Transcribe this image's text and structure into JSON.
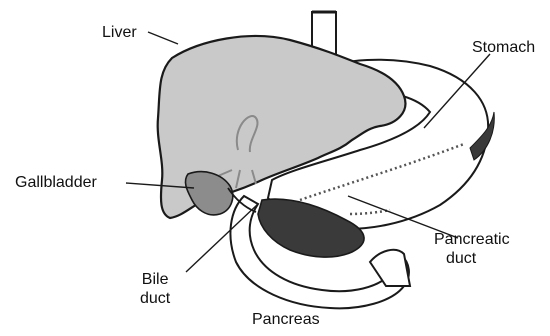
{
  "diagram": {
    "labels": {
      "liver": "Liver",
      "stomach": "Stomach",
      "gallbladder": "Gallbladder",
      "pancreatic_duct_line1": "Pancreatic",
      "pancreatic_duct_line2": "duct",
      "bile_duct_line1": "Bile",
      "bile_duct_line2": "duct",
      "pancreas": "Pancreas"
    },
    "colors": {
      "liver_fill": "#c9c9c9",
      "gallbladder_fill": "#8c8c8c",
      "pancreas_fill": "#3a3a3a",
      "outline": "#1a1a1a",
      "background": "#ffffff"
    }
  }
}
